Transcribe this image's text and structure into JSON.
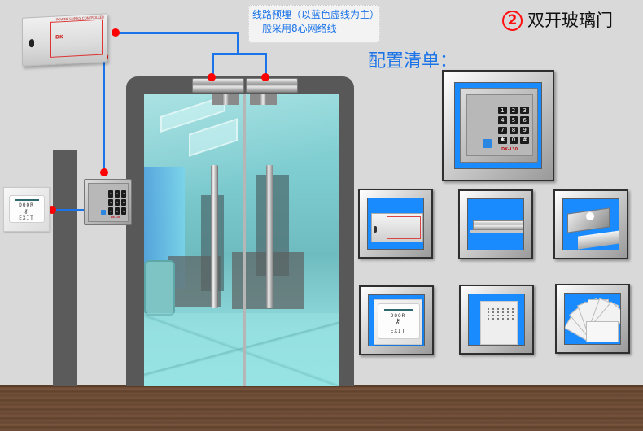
{
  "title": {
    "number": "2",
    "text": "双开玻璃门"
  },
  "note": {
    "line1": "线路预埋（以蓝色虚线为主）",
    "line2": "一般采用8心网络线"
  },
  "config_label": "配置清单：",
  "colors": {
    "wire": "#1a73e8",
    "node": "#ff0000",
    "frame": "#585858",
    "glass": "#7ccbcf",
    "product_bg": "#1a8bff",
    "background": "#d9d9d9",
    "floor": "#6b4a33",
    "title_number": "#ff1010"
  },
  "power_supply": {
    "label": "POWER SUPPLY CONTROLLER",
    "logo": "DK"
  },
  "keypad": {
    "keys": [
      "1",
      "2",
      "3",
      "4",
      "5",
      "6",
      "7",
      "8",
      "9",
      "✱",
      "0",
      "#"
    ],
    "model": "DK-130"
  },
  "exit_button": {
    "top": "DOOR",
    "bottom": "EXIT",
    "icon": "key-icon"
  },
  "products": [
    {
      "name": "keypad-access-controller",
      "model": "DK-130"
    },
    {
      "name": "power-supply-controller"
    },
    {
      "name": "electric-bolt-lock"
    },
    {
      "name": "glass-door-clamp-bracket"
    },
    {
      "name": "exit-button",
      "top": "DOOR",
      "bottom": "EXIT"
    },
    {
      "name": "doorbell-speaker"
    },
    {
      "name": "access-cards"
    }
  ]
}
